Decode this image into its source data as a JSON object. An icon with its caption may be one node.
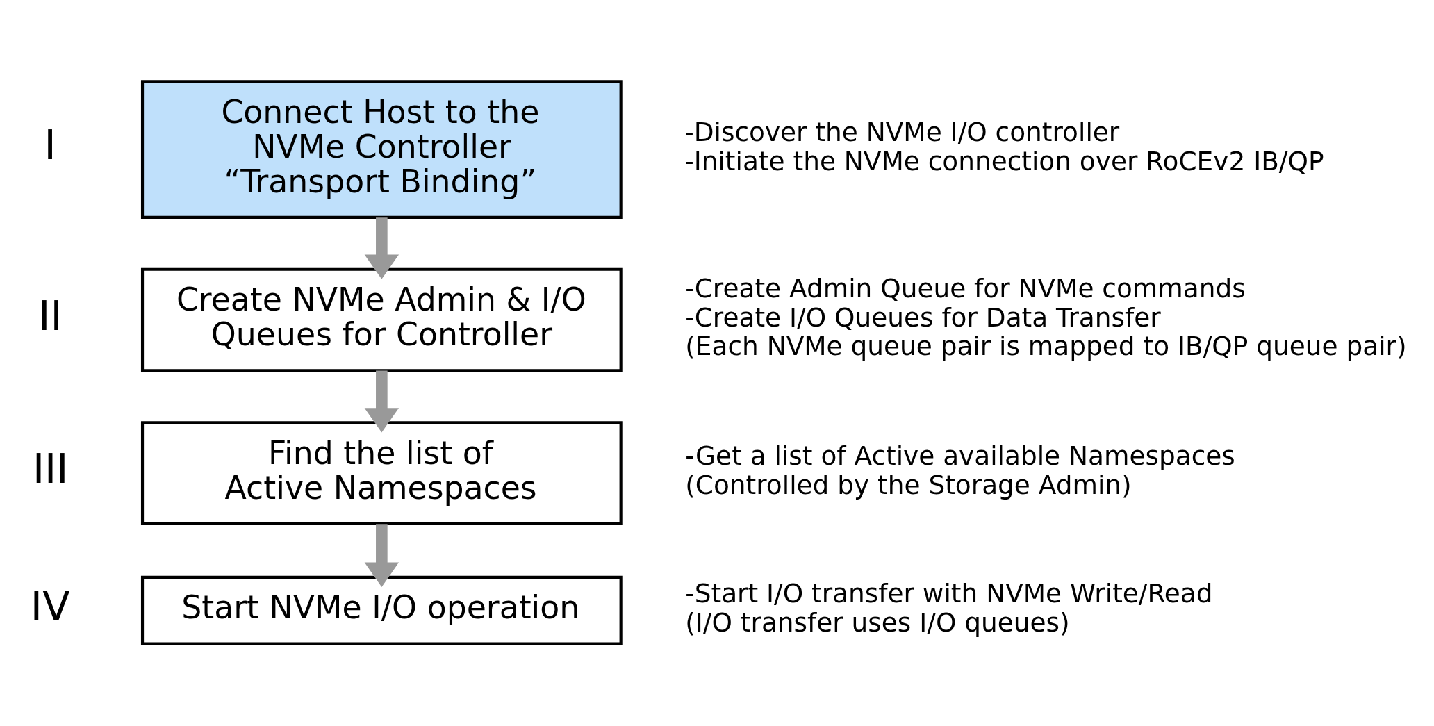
{
  "diagram": {
    "nodes": [
      {
        "text": [
          "Connect Host to the NVMe Controller “Transport Binding”"
        ],
        "beside": [
          "I",
          "-Discover the NVMe I/O controller",
          "-Initiate the NVMe connection over RoCEv2 IB/QP"
        ]
      },
      {
        "text": [
          "Create NVMe Admin & I/O Queues for Controller"
        ],
        "beside": [
          "II",
          "-Create Admin Queue for NVMe commands",
          "-Create I/O Queues for Data Transfer",
          "(Each NVMe queue pair is mapped to IB/QP queue pair)"
        ]
      },
      {
        "text": [
          "Find the list of Active Namespaces"
        ],
        "beside": [
          "III",
          "-Get a list of Active available Namespaces",
          "(Controlled by the Storage Admin)"
        ]
      },
      {
        "text": [
          "Start NVMe I/O operation"
        ],
        "beside": [
          "IV",
          "-Start I/O transfer with NVMe Write/Read",
          "(I/O transfer uses I/O queues)"
        ]
      }
    ],
    "edges": [
      {
        "from": 0,
        "to": 1,
        "arrow": "to"
      },
      {
        "from": 1,
        "to": 2,
        "arrow": "to"
      },
      {
        "from": 2,
        "to": 3,
        "arrow": "to"
      }
    ]
  }
}
